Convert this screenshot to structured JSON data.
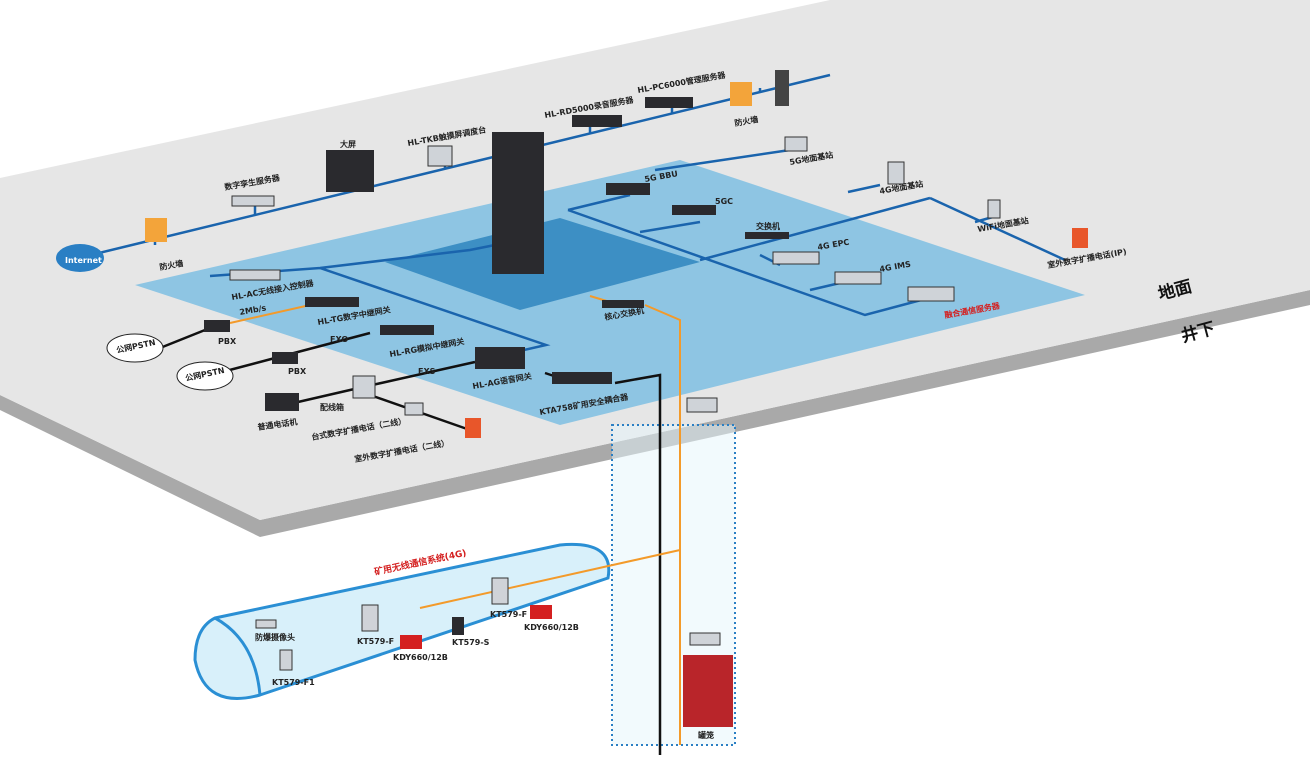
{
  "surface": {
    "ground": "地面",
    "underground": "井下"
  },
  "top": {
    "internet": "Internet",
    "firewall_left": "防火墙",
    "digital_twin": "数字孪生服务器",
    "big_screen": "大屏",
    "tkb": "HL-TKB触摸屏调度台",
    "rd5000": "HL-RD5000录音服务器",
    "pc6000": "HL-PC6000管理服务器",
    "firewall_right": "防火墙",
    "bs5g": "5G地面基站",
    "bbu5g": "5G BBU",
    "sgc": "5GC",
    "switch": "交换机",
    "epc4g": "4G EPC",
    "ims4g": "4G IMS",
    "fusion": "融合通信服务器",
    "bs4g": "4G地面基站",
    "wifi": "WiFi地面基站",
    "ip_phone": "室外数字扩播电话(IP)",
    "core_switch": "核心交换机"
  },
  "left": {
    "ac": "HL-AC无线接入控制器",
    "rate": "2Mb/s",
    "tg": "HL-TG数字中继网关",
    "pstn1": "公网PSTN",
    "pbx1": "PBX",
    "fxo": "FXO",
    "rg": "HL-RG模拟中继网关",
    "pstn2": "公网PSTN",
    "pbx2": "PBX",
    "fxs": "FXS",
    "ag": "HL-AG语音网关",
    "kta": "KTA758矿用安全耦合器",
    "phone": "普通电话机",
    "mdf": "配线箱",
    "desk_phone": "台式数字扩播电话（二线）",
    "outdoor_phone": "室外数字扩播电话（二线）"
  },
  "tunnel": {
    "title": "矿用无线通信系统(4G)",
    "camera": "防爆摄像头",
    "f1": "KT579-F1",
    "f_a": "KT579-F",
    "kdy_a": "KDY660/12B",
    "s": "KT579-S",
    "f_b": "KT579-F",
    "kdy_b": "KDY660/12B"
  },
  "shaft": {
    "cage": "罐笼"
  },
  "colors": {
    "plane": "#e6e6e6",
    "zone": "#8ec5e3",
    "core": "#3d8fc4",
    "line": "#1a64ad",
    "fiber": "#f39a2a",
    "accent": "#d42020"
  }
}
